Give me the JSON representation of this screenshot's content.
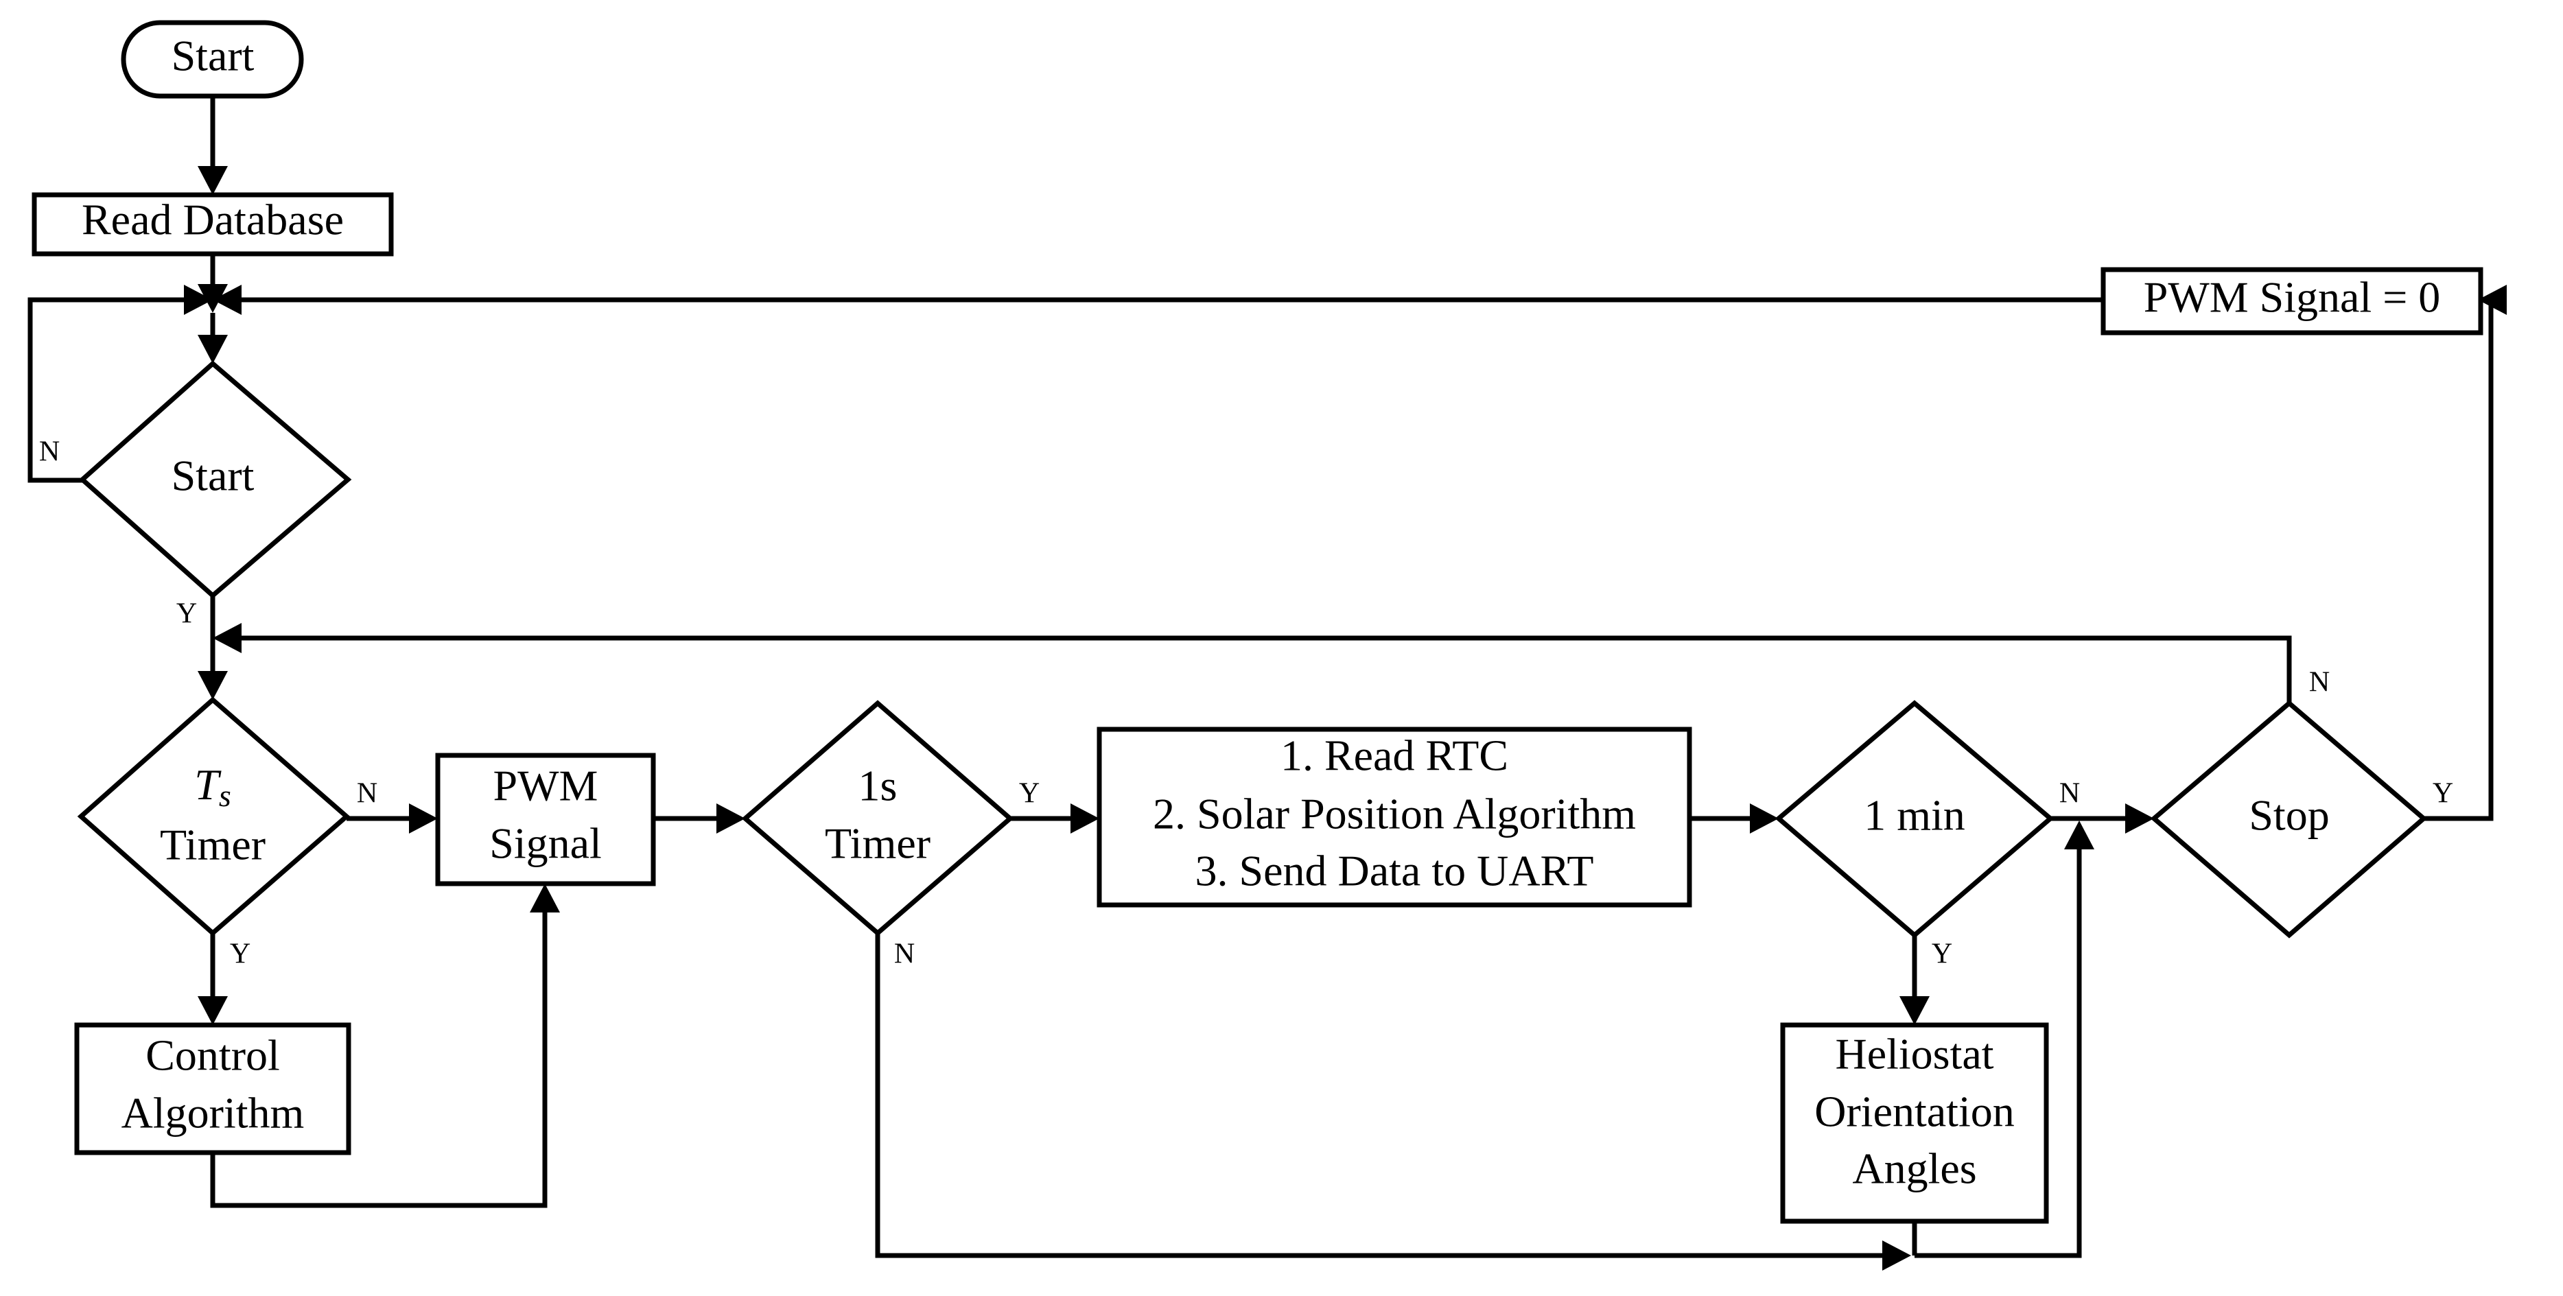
{
  "nodes": {
    "start_terminal": {
      "label": "Start"
    },
    "read_database": {
      "label": "Read Database"
    },
    "start_decision": {
      "label": "Start"
    },
    "ts_timer": {
      "symbol": "T",
      "subscript": "s",
      "label": "Timer"
    },
    "control_algorithm": {
      "lines": [
        "Control",
        "Algorithm"
      ]
    },
    "pwm_signal": {
      "lines": [
        "PWM",
        "Signal"
      ]
    },
    "one_s_timer": {
      "lines": [
        "1s",
        "Timer"
      ]
    },
    "rtc_process": {
      "lines": [
        "1. Read RTC",
        "2. Solar Position Algorithm",
        "3. Send Data to UART"
      ]
    },
    "one_min": {
      "label": "1 min"
    },
    "heliostat_angles": {
      "lines": [
        "Heliostat",
        "Orientation",
        "Angles"
      ]
    },
    "stop_decision": {
      "label": "Stop"
    },
    "pwm_zero": {
      "label": "PWM Signal = 0"
    }
  },
  "branches": {
    "start_no": "N",
    "start_yes": "Y",
    "ts_no": "N",
    "ts_yes": "Y",
    "one_s_yes": "Y",
    "one_s_no": "N",
    "one_min_no": "N",
    "one_min_yes": "Y",
    "stop_no": "N",
    "stop_yes": "Y"
  },
  "colors": {
    "stroke": "#000000",
    "fill": "#ffffff",
    "text": "#000000"
  }
}
